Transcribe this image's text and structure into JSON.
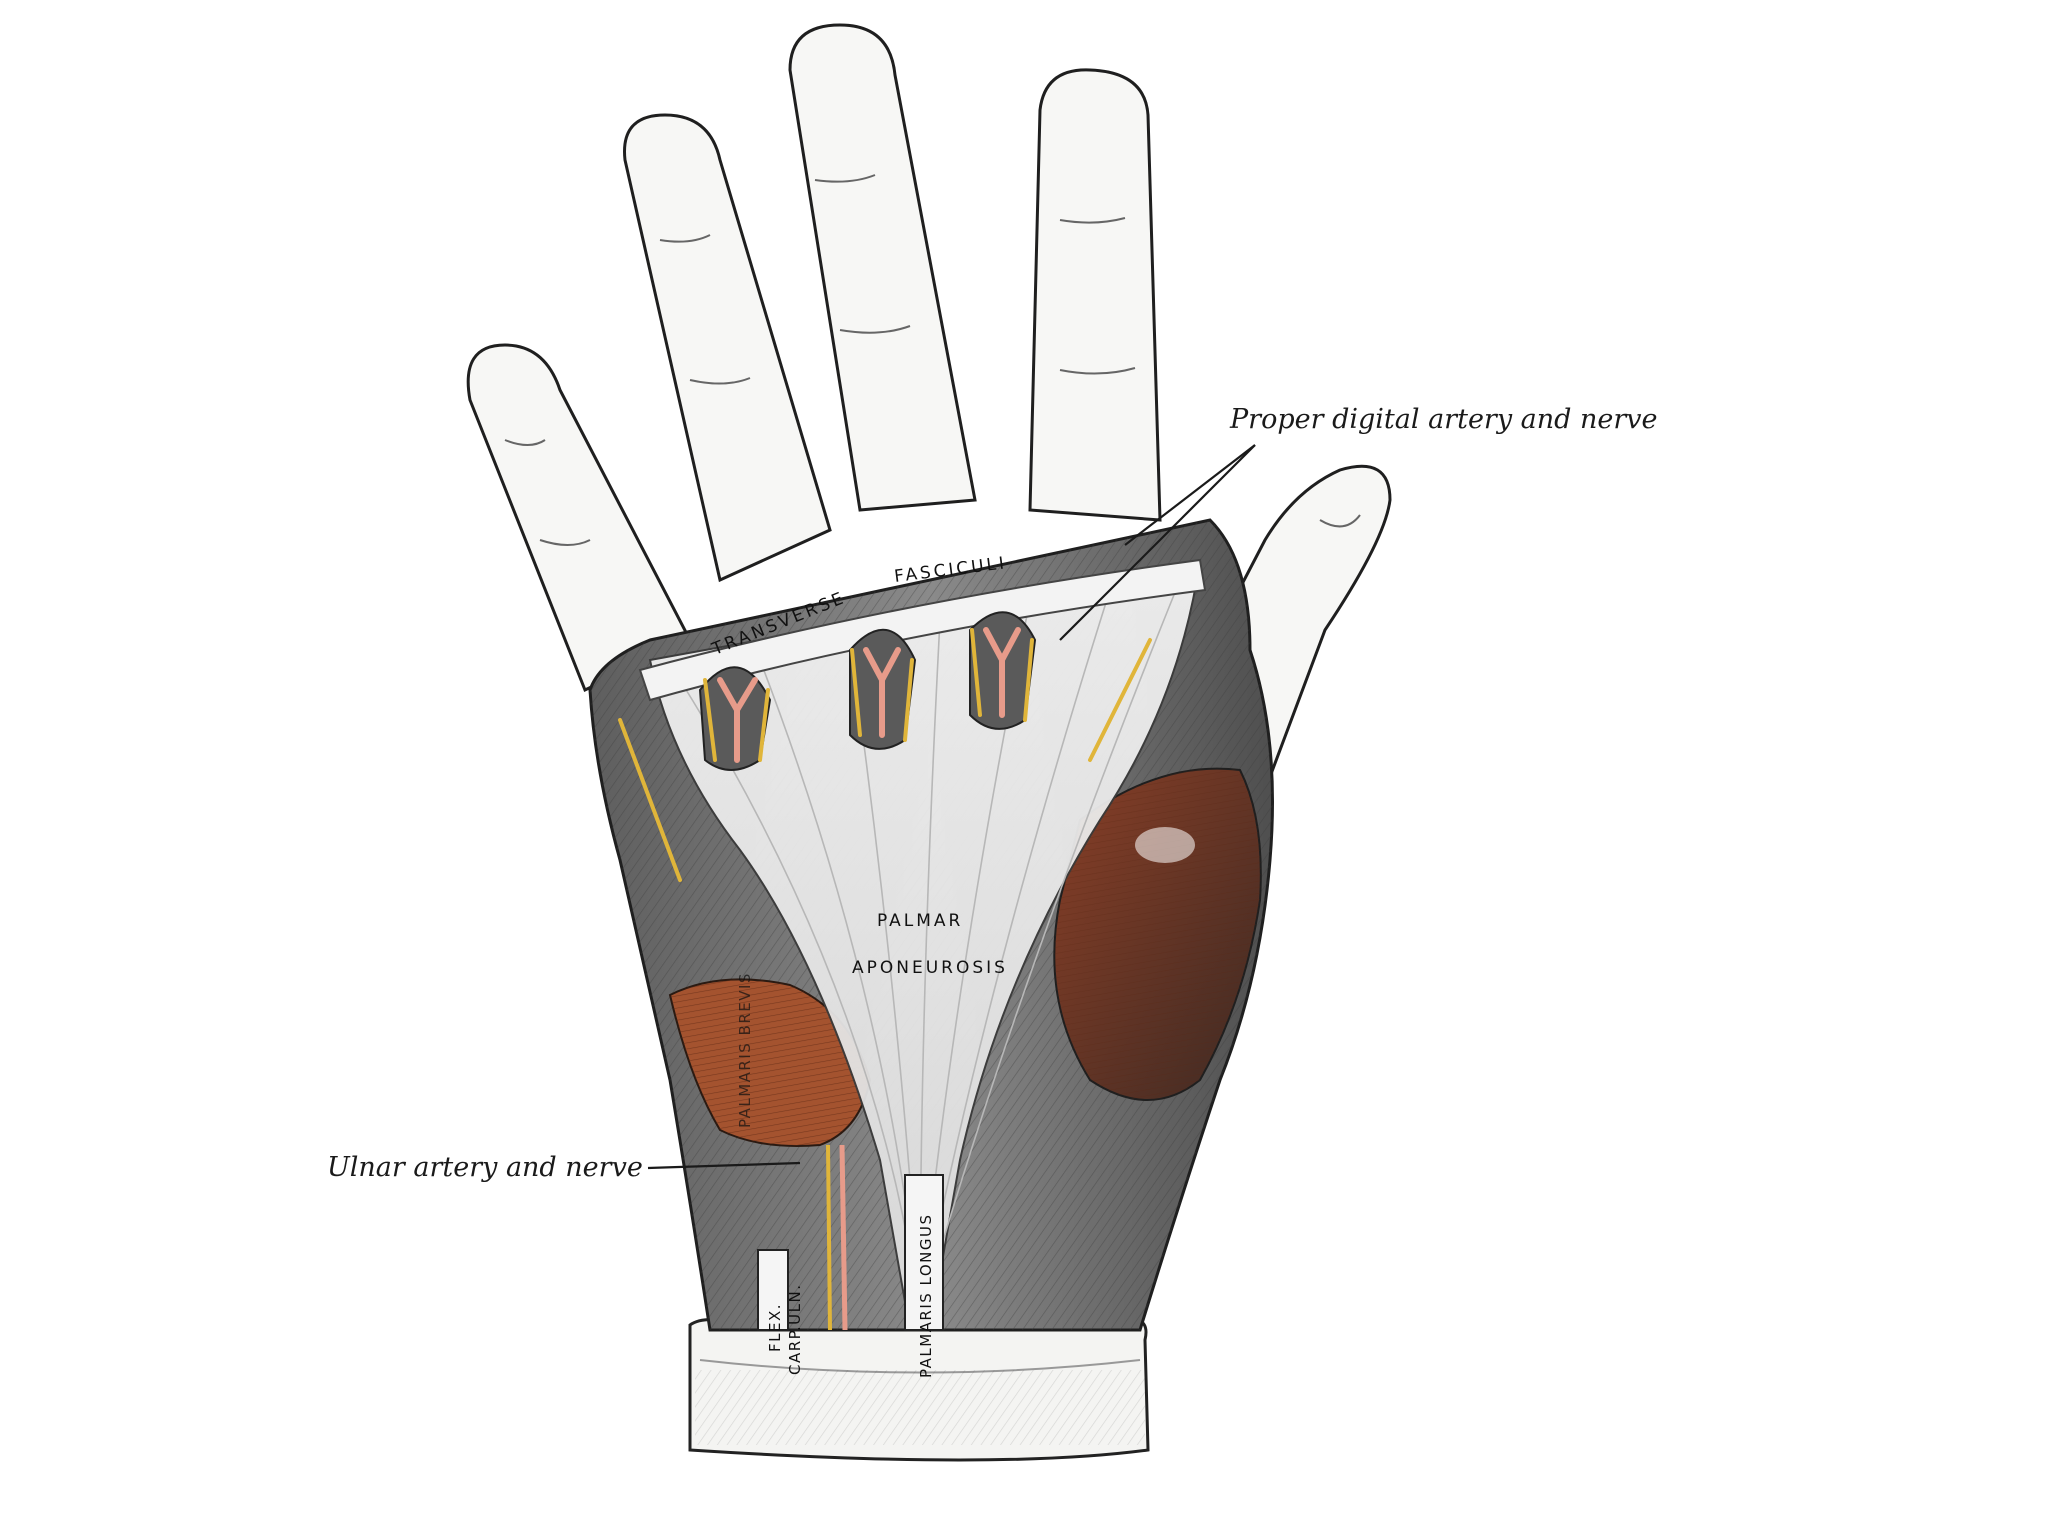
{
  "figure": {
    "labels": {
      "proper_digital": "Proper digital artery and nerve",
      "ulnar": "Ulnar artery and nerve",
      "transverse": "TRANSVERSE",
      "fasciculi": "FASCICULI",
      "palmar": "PALMAR",
      "aponeurosis": "APONEUROSIS",
      "palmaris_longus": "PALMARIS LONGUS",
      "flex": "FLEX.",
      "carp_uln": "CARP.ULN.",
      "palmaris_brevis": "PALMARIS BREVIS"
    },
    "colors": {
      "muscle": "#a4532f",
      "artery": "#e79b8a",
      "nerve": "#e0b53a",
      "fascia": "#ececec",
      "skin": "#f7f7f5",
      "shadow": "#6d6d6d"
    }
  }
}
